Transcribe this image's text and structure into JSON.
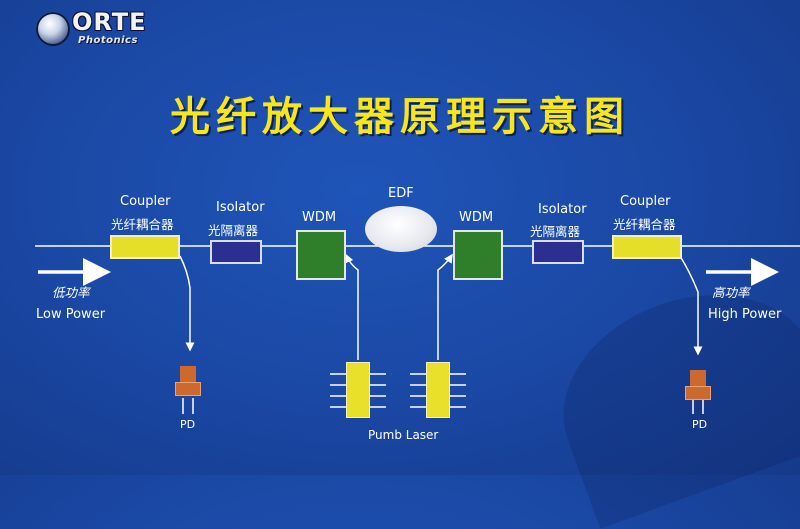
{
  "logo": {
    "word": "ORTE",
    "sub": "Photonics"
  },
  "title": "光纤放大器原理示意图",
  "labels": {
    "coupler_left_en": "Coupler",
    "coupler_left_cn": "光纤耦合器",
    "isolator_left_en": "Isolator",
    "isolator_left_cn": "光隔离器",
    "wdm_left": "WDM",
    "edf": "EDF",
    "wdm_right": "WDM",
    "isolator_right_en": "Isolator",
    "isolator_right_cn": "光隔离器",
    "coupler_right_en": "Coupler",
    "coupler_right_cn": "光纤耦合器",
    "low_power_cn": "低功率",
    "low_power_en": "Low Power",
    "high_power_cn": "高功率",
    "high_power_en": "High Power",
    "pd_left": "PD",
    "pd_right": "PD",
    "pump": "Pumb Laser"
  },
  "colors": {
    "background": "#1a47a3",
    "title": "#f6e61a",
    "coupler": "#e6df2a",
    "isolator": "#2b2f8f",
    "wdm": "#2f7f2a",
    "pd": "#cc6a2e",
    "laser": "#e8e02a"
  }
}
